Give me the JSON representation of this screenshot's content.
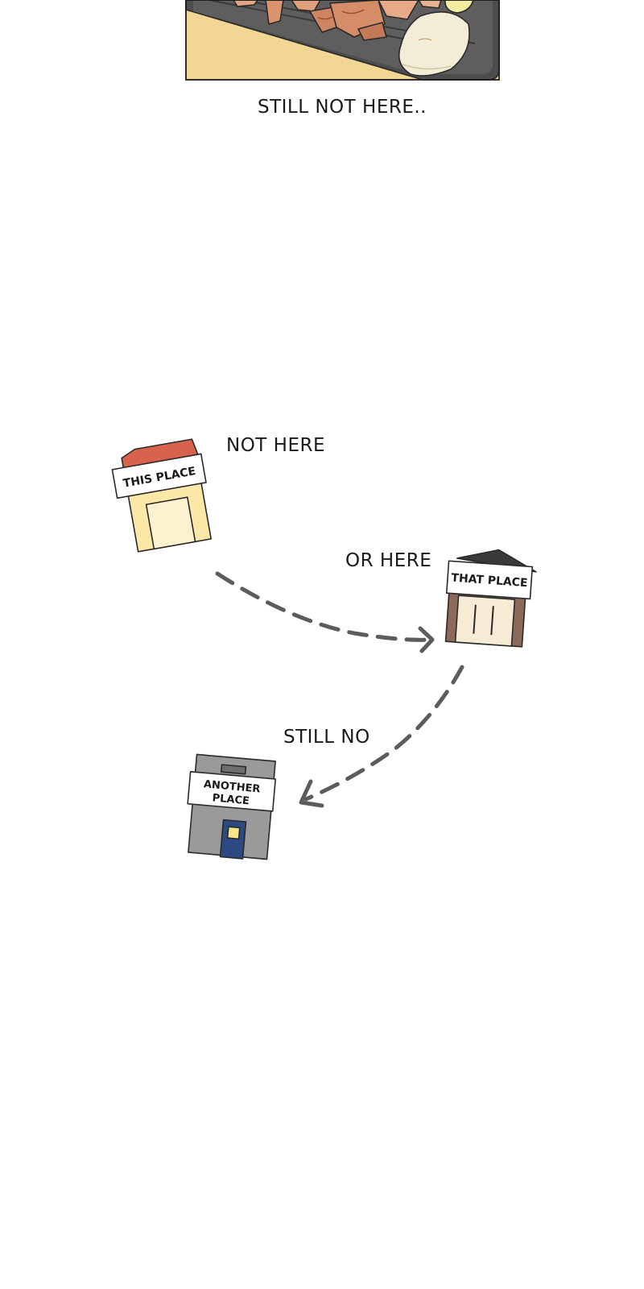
{
  "panel": {
    "caption": "STILL NOT HERE.."
  },
  "map": {
    "captions": {
      "not_here": "NOT HERE",
      "or_here": "OR HERE",
      "still_no": "STILL NO"
    },
    "places": {
      "this_place": "THIS PLACE",
      "that_place": "THAT PLACE",
      "another_place_line1": "ANOTHER",
      "another_place_line2": "PLACE"
    }
  },
  "colors": {
    "this_place_roof": "#d8624d",
    "this_place_body": "#fbe7a6",
    "that_place_roof": "#3a3a3a",
    "that_place_body": "#8b6a5a",
    "another_place_body": "#9a9a9a",
    "another_place_door": "#2c4a82",
    "arrow": "#5c5c5c"
  }
}
